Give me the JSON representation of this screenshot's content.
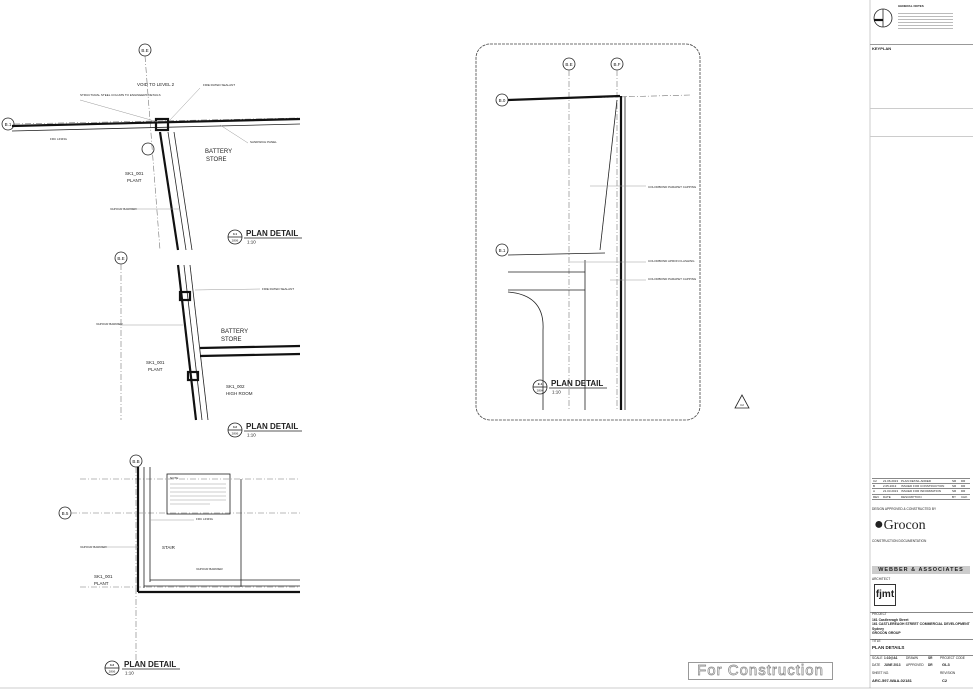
{
  "keyplan": {
    "notes_title": "GENERAL NOTES",
    "label": "KEYPLAN"
  },
  "details": [
    {
      "number": "3.1",
      "sheet": "2806",
      "title": "PLAN DETAIL",
      "scale": "1:10"
    },
    {
      "number": "3.2",
      "sheet": "2806",
      "title": "PLAN DETAIL",
      "scale": "1:10"
    },
    {
      "number": "3.3",
      "sheet": "2806",
      "title": "PLAN DETAIL",
      "scale": "1:10"
    },
    {
      "number": "E.1",
      "sheet": "2804",
      "title": "PLAN DETAIL",
      "scale": "1:10"
    }
  ],
  "grid": {
    "d1_top": "B.E",
    "d1_left": "B.1",
    "d2_top": "B.E",
    "d3_top": "B.B",
    "d3_left": "B.5",
    "e1_a": "B.E",
    "e1_b": "B.F",
    "e1_c": "B.0",
    "e1_d": "B.1"
  },
  "rooms": {
    "void": "VOID TO LEVEL 2",
    "battery": "BATTERY",
    "store": "STORE",
    "plant_code": "SK1_001",
    "plant": "PLANT",
    "high_code": "SK1_002",
    "high": "HIGH ROOM",
    "stair": "STAIR",
    "note": "NOTE"
  },
  "annotations": {
    "fire_sealant": "FIRE RATED SEALANT",
    "sandwich": "SANDWICH PANEL",
    "vapour": "VAPOUR BARRIER",
    "steel_column": "STRUCTURAL STEEL COLUMN TO ENGINEERS DETAILS",
    "frc_lining": "FRC LINING",
    "flashing": "COLORBOND APRON FLASHING",
    "capping": "COLORBOND PARAPET CAPPING"
  },
  "revision_cloud_tag": "C2",
  "stamp": "For Construction",
  "title_block": {
    "revisions": [
      {
        "rev": "C2",
        "date": "21.06.2013",
        "desc": "PLAN DETAIL ADDED",
        "by": "SR",
        "chk": "DR"
      },
      {
        "rev": "B",
        "date": "2.05.2013",
        "desc": "ISSUED FOR CONSTRUCTION",
        "by": "SR",
        "chk": "DR"
      },
      {
        "rev": "A",
        "date": "21.03.2013",
        "desc": "ISSUED FOR INFORMATION",
        "by": "SR",
        "chk": "DR"
      }
    ],
    "rev_headers": {
      "rev": "REV",
      "date": "DATE",
      "desc": "DESCRIPTION",
      "by": "BY",
      "chk": "CHK"
    },
    "builder_label": "DESIGN APPROVED & CONSTRUCTED BY",
    "builder": "Grocon",
    "doc_label": "CONSTRUCTION DOCUMENTATION",
    "documenter": "WEBBER & ASSOCIATES",
    "architect_label": "ARCHITECT",
    "architect": "fjmt",
    "project_label": "PROJECT",
    "project_lines": [
      "161 Castlereagh Street",
      "161 CASTLEREAGH STREET COMMERCIAL DEVELOPMENT",
      "Sydney",
      "GROCON GROUP"
    ],
    "title_label": "TITLE",
    "title": "PLAN DETAILS",
    "scale_label": "SCALE",
    "scale": "1:10@A1",
    "drawn_label": "DRAWN",
    "drawn": "SR",
    "project_code_label": "PROJECT CODE",
    "project_code": "GL3",
    "date_label": "DATE",
    "date": "JUNE 2013",
    "approved_label": "APPROVED",
    "approved": "DR",
    "sheet_label": "SHEET NO.",
    "sheet": "ARC-597-WAA-02181",
    "revision_label": "REVISION",
    "revision": "C2"
  }
}
